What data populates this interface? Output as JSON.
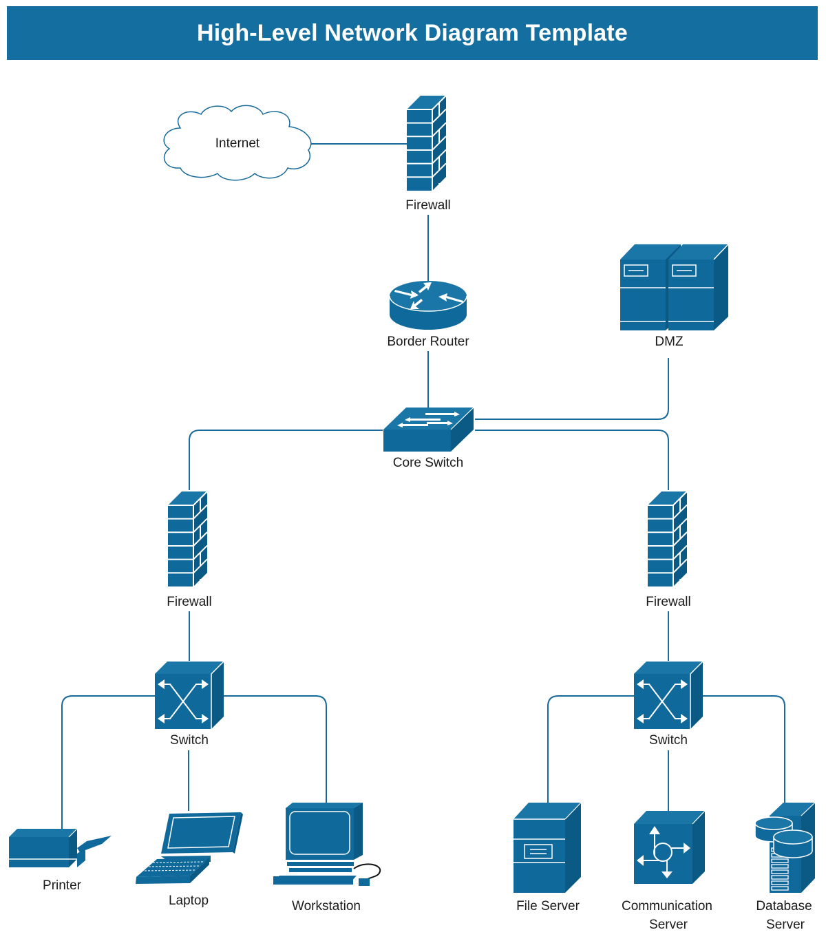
{
  "title": "High-Level Network Diagram Template",
  "colors": {
    "header": "#146fa0",
    "device": "#0f6a9b",
    "connector": "#17699a",
    "label": "#1a1a1a"
  },
  "nodes": {
    "internet": {
      "label": "Internet",
      "icon": "cloud-icon"
    },
    "firewall_top": {
      "label": "Firewall",
      "icon": "firewall-icon"
    },
    "border_router": {
      "label": "Border Router",
      "icon": "router-icon"
    },
    "dmz": {
      "label": "DMZ",
      "icon": "server-pair-icon"
    },
    "core_switch": {
      "label": "Core Switch",
      "icon": "workgroup-switch-icon"
    },
    "firewall_left": {
      "label": "Firewall",
      "icon": "firewall-icon"
    },
    "firewall_right": {
      "label": "Firewall",
      "icon": "firewall-icon"
    },
    "switch_left": {
      "label": "Switch",
      "icon": "layer3-switch-icon"
    },
    "switch_right": {
      "label": "Switch",
      "icon": "layer3-switch-icon"
    },
    "printer": {
      "label": "Printer",
      "icon": "printer-icon"
    },
    "laptop": {
      "label": "Laptop",
      "icon": "laptop-icon"
    },
    "workstation": {
      "label": "Workstation",
      "icon": "workstation-icon"
    },
    "file_server": {
      "label": "File Server",
      "icon": "file-server-icon"
    },
    "communication_server": {
      "label_line1": "Communication",
      "label_line2": "Server",
      "icon": "communication-server-icon"
    },
    "database_server": {
      "label_line1": "Database",
      "label_line2": "Server",
      "icon": "database-server-icon"
    }
  },
  "connections": [
    [
      "internet",
      "firewall_top"
    ],
    [
      "firewall_top",
      "border_router"
    ],
    [
      "border_router",
      "core_switch"
    ],
    [
      "core_switch",
      "dmz"
    ],
    [
      "core_switch",
      "firewall_left"
    ],
    [
      "core_switch",
      "firewall_right"
    ],
    [
      "firewall_left",
      "switch_left"
    ],
    [
      "firewall_right",
      "switch_right"
    ],
    [
      "switch_left",
      "printer"
    ],
    [
      "switch_left",
      "laptop"
    ],
    [
      "switch_left",
      "workstation"
    ],
    [
      "switch_right",
      "file_server"
    ],
    [
      "switch_right",
      "communication_server"
    ],
    [
      "switch_right",
      "database_server"
    ]
  ]
}
